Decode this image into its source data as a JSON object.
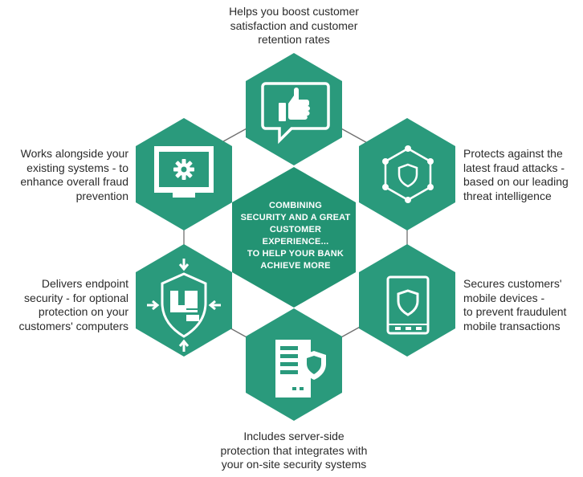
{
  "colors": {
    "hexagon": "#2a9a7c",
    "center": "#239373",
    "connector": "#6f6f6f",
    "icon_light": "#ffffff",
    "icon_fill": "#2a9a7c",
    "text": "#2b2b2b"
  },
  "center": {
    "lines": [
      "COMBINING",
      "SECURITY AND A GREAT",
      "CUSTOMER",
      "EXPERIENCE...",
      "TO HELP YOUR BANK",
      "ACHIEVE MORE"
    ]
  },
  "nodes": [
    {
      "id": "top",
      "icon": "thumbs-up-icon",
      "lines": [
        "Helps you boost customer",
        "satisfaction and customer",
        "retention rates"
      ]
    },
    {
      "id": "upper-right",
      "icon": "network-shield-icon",
      "lines": [
        "Protects against the",
        "latest fraud attacks -",
        "based on our leading",
        "threat intelligence"
      ]
    },
    {
      "id": "lower-right",
      "icon": "mobile-shield-icon",
      "lines": [
        "Secures customers'",
        "mobile devices -",
        "to prevent fraudulent",
        "mobile transactions"
      ]
    },
    {
      "id": "bottom",
      "icon": "server-shield-icon",
      "lines": [
        "Includes server-side",
        "protection that integrates with",
        "your on-site security systems"
      ]
    },
    {
      "id": "lower-left",
      "icon": "endpoint-shield-icon",
      "lines": [
        "Delivers endpoint",
        "security - for optional",
        "protection on your",
        "customers' computers"
      ]
    },
    {
      "id": "upper-left",
      "icon": "monitor-gear-icon",
      "lines": [
        "Works alongside your",
        "existing systems - to",
        "enhance overall fraud",
        "prevention"
      ]
    }
  ]
}
